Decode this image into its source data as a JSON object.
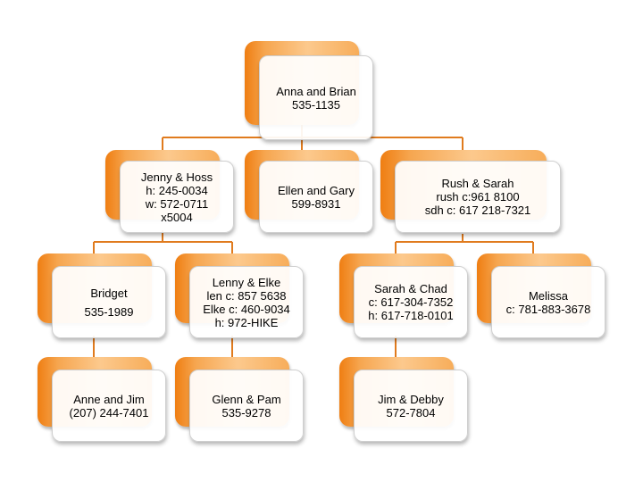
{
  "colors": {
    "accent": "#ef7e12",
    "connector": "#e07b1e"
  },
  "nodes": {
    "anna_brian": {
      "lines": [
        "Anna and Brian",
        "535-1135"
      ]
    },
    "jenny_hoss": {
      "lines": [
        "Jenny & Hoss",
        "h: 245-0034",
        "w: 572-0711",
        "x5004"
      ]
    },
    "ellen_gary": {
      "lines": [
        "Ellen and Gary",
        "599-8931"
      ]
    },
    "rush_sarah": {
      "lines": [
        "Rush & Sarah",
        "rush c:961 8100",
        "sdh c: 617 218-7321"
      ]
    },
    "bridget": {
      "lines": [
        "Bridget",
        "535-1989"
      ]
    },
    "lenny_elke": {
      "lines": [
        "Lenny & Elke",
        "len c: 857 5638",
        "Elke c: 460-9034",
        "h: 972-HIKE"
      ]
    },
    "sarah_chad": {
      "lines": [
        "Sarah & Chad",
        "c: 617-304-7352",
        "h: 617-718-0101"
      ]
    },
    "melissa": {
      "lines": [
        "Melissa",
        "c: 781-883-3678"
      ]
    },
    "anne_jim": {
      "lines": [
        "Anne and Jim",
        "(207) 244-7401"
      ]
    },
    "glenn_pam": {
      "lines": [
        "Glenn & Pam",
        "535-9278"
      ]
    },
    "jim_debby": {
      "lines": [
        "Jim & Debby",
        "572-7804"
      ]
    }
  }
}
